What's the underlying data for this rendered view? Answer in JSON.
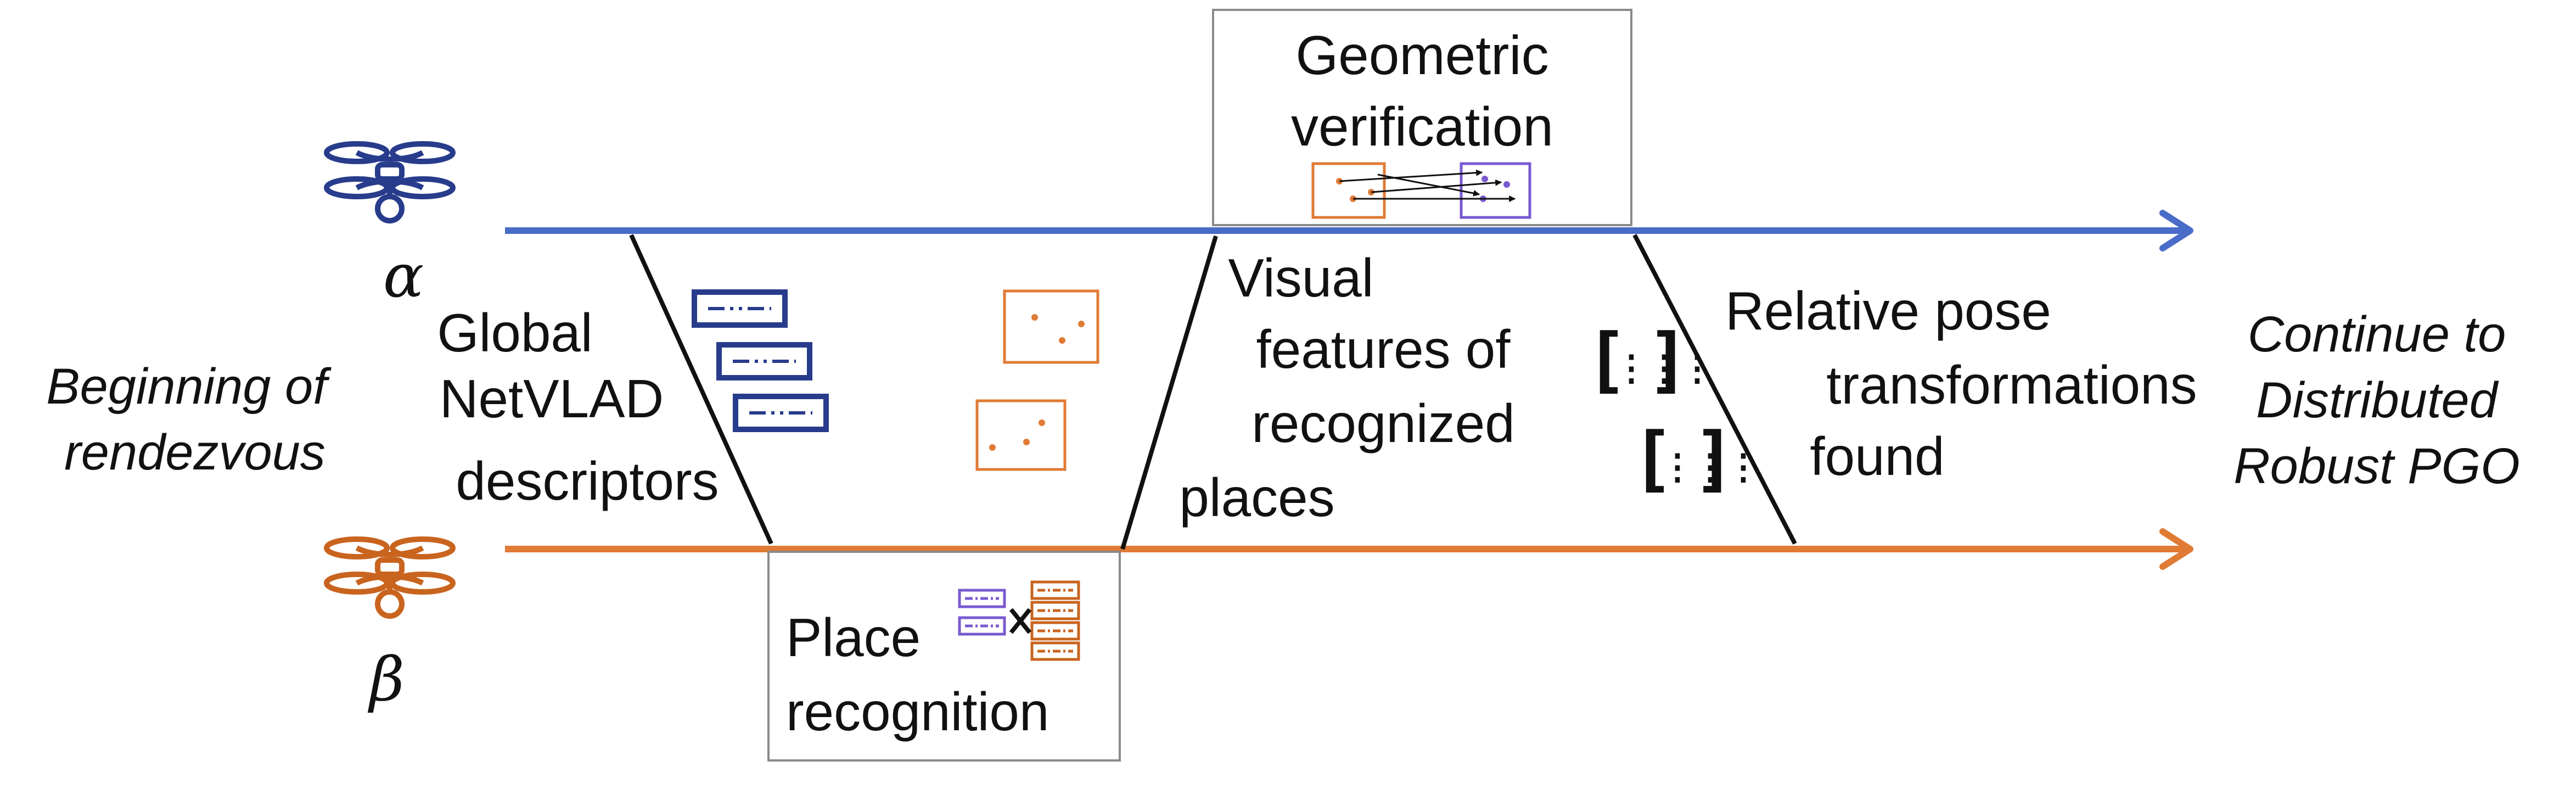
{
  "colors": {
    "alpha": "#4a6cc9",
    "beta": "#e07b35",
    "blue_dark": "#283c8c",
    "orange_dark": "#c9641e",
    "purple": "#7a5ad1",
    "box": "#8a8a8a",
    "text": "#111111"
  },
  "agents": {
    "alpha": {
      "symbol": "α",
      "icon": "drone-icon"
    },
    "beta": {
      "symbol": "β",
      "icon": "drone-icon"
    }
  },
  "start_label": [
    "Beginning of",
    "rendezvous"
  ],
  "end_label": [
    "Continue to",
    "Distributed",
    "Robust PGO"
  ],
  "steps": {
    "descriptors": {
      "lines": [
        "Global",
        "NetVLAD",
        "descriptors"
      ],
      "icon": "descriptor-list-icon"
    },
    "place_recognition": {
      "lines": [
        "Place",
        "recognition"
      ],
      "icon": "descriptor-matching-icon"
    },
    "visual_features": {
      "lines": [
        "Visual",
        "features of",
        "recognized",
        "places"
      ],
      "icon": "keypoint-image-icon"
    },
    "geometric_verification": {
      "lines": [
        "Geometric",
        "verification"
      ],
      "icon": "feature-matching-icon"
    },
    "relative_pose": {
      "lines": [
        "Relative pose",
        "transformations",
        "found"
      ],
      "icon": "matrix-icon"
    }
  }
}
